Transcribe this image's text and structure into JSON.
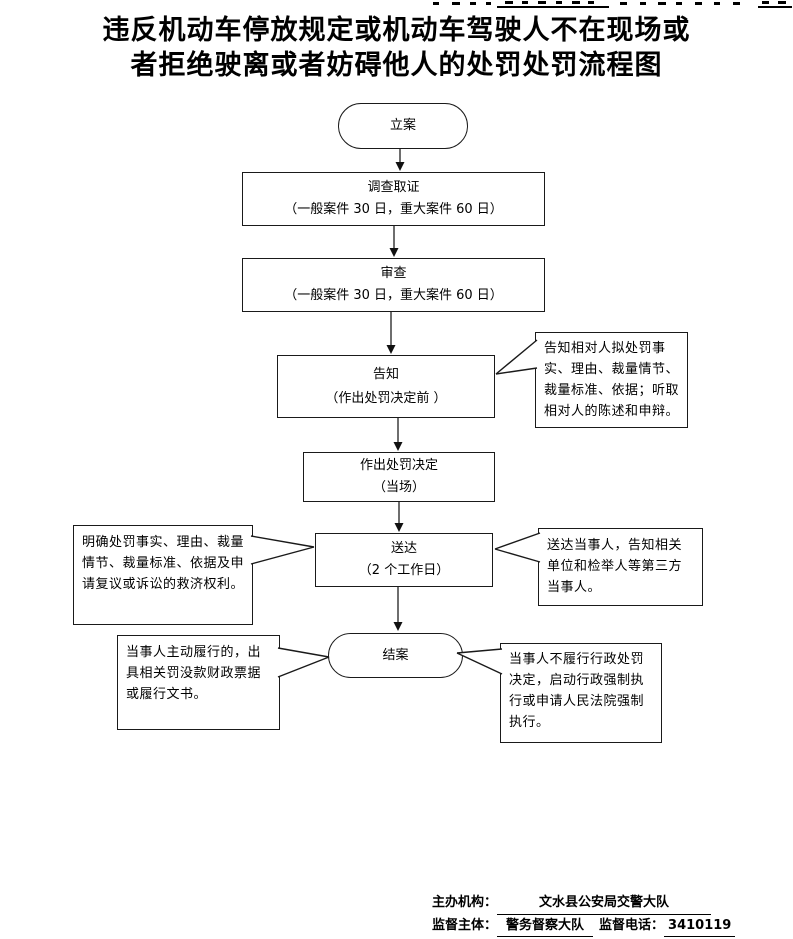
{
  "page": {
    "title_line1": "违反机动车停放规定或机动车驾驶人不在现场或",
    "title_line2": "者拒绝驶离或者妨碍他人的处罚处罚流程图"
  },
  "flow": {
    "nodes": {
      "start": {
        "label": "立案"
      },
      "investigate": {
        "label": "调查取证",
        "sublabel": "（一般案件 30 日，重大案件 60 日）"
      },
      "review": {
        "label": "审查",
        "sublabel": "（一般案件 30 日，重大案件 60 日）"
      },
      "notify": {
        "label": "告知",
        "sublabel": "（作出处罚决定前 ）"
      },
      "decision": {
        "label": "作出处罚决定",
        "sublabel": "（当场）"
      },
      "deliver": {
        "label": "送达",
        "sublabel": "（2 个工作日）"
      },
      "close": {
        "label": "结案"
      }
    },
    "callouts": {
      "notify_right": {
        "text": "告知相对人拟处罚事实、理由、裁量情节、裁量标准、依据；听取相对人的陈述和申辩。"
      },
      "deliver_left": {
        "text": "明确处罚事实、理由、裁量情节、裁量标准、依据及申请复议或诉讼的救济权利。"
      },
      "deliver_right": {
        "text": "送达当事人，告知相关单位和检举人等第三方当事人。"
      },
      "close_left": {
        "text": "当事人主动履行的，出具相关罚没款财政票据或履行文书。"
      },
      "close_right": {
        "text": "当事人不履行行政处罚决定，启动行政强制执行或申请人民法院强制执行。"
      }
    }
  },
  "footer": {
    "organizer_label": "主办机构：",
    "organizer_value": "文水县公安局交警大队",
    "supervisor_label": "监督主体：",
    "supervisor_value": "警务督察大队",
    "phone_label": "监督电话：",
    "phone_value": "3410119"
  },
  "colors": {
    "background": "#ffffff",
    "box_border": "#1a1a1a",
    "connector": "#6e6e6e",
    "arrowhead": "#111111",
    "text": "#000000"
  }
}
